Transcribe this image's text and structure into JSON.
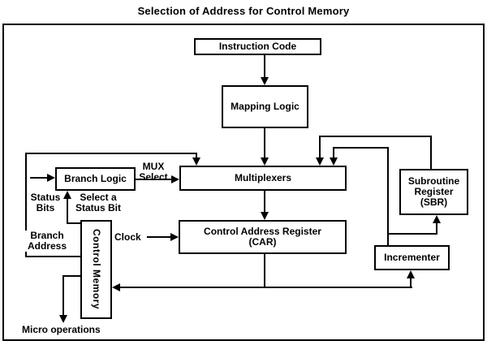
{
  "title": "Selection of Address for Control Memory",
  "boxes": {
    "instruction_code": "Instruction Code",
    "mapping_logic": "Mapping Logic",
    "multiplexers": "Multiplexers",
    "car": "Control Address Register\n(CAR)",
    "branch_logic": "Branch Logic",
    "sbr": "Subroutine\nRegister\n(SBR)",
    "incrementer": "Incrementer",
    "control_memory": "Control Memory"
  },
  "labels": {
    "mux_select": "MUX\nSelect",
    "clock": "Clock",
    "status_bits": "Status\nBits",
    "select_status_bit": "Select a\nStatus Bit",
    "branch_address": "Branch\nAddress",
    "micro_operations": "Micro operations"
  },
  "colors": {
    "line": "#000000",
    "background": "#ffffff"
  }
}
